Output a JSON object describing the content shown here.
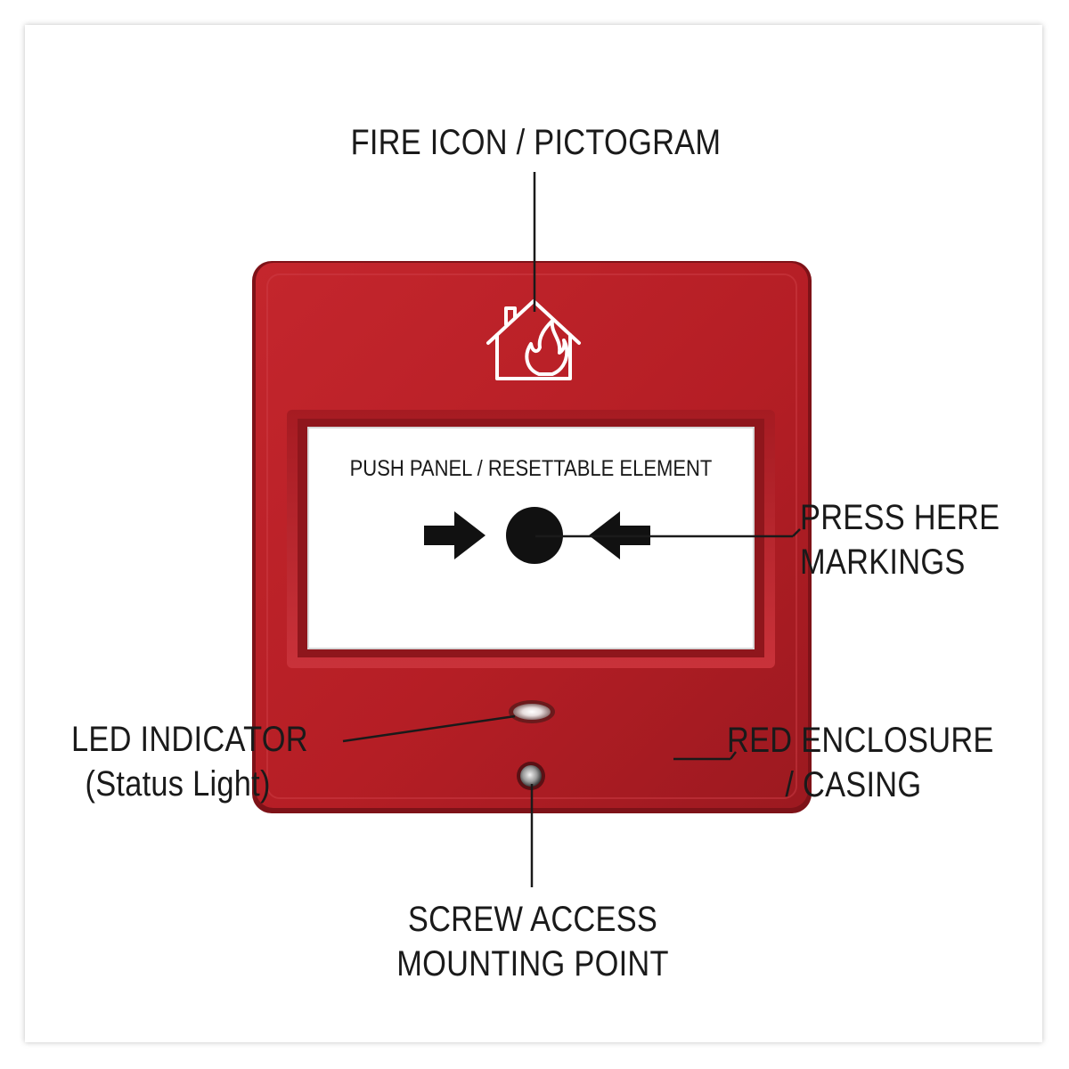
{
  "labels": {
    "fire_icon": "FIRE ICON / PICTOGRAM",
    "push_panel": "PUSH PANEL / RESETTABLE ELEMENT",
    "press_here_1": "PRESS HERE",
    "press_here_2": "MARKINGS",
    "led_1": "LED INDICATOR",
    "led_2": "(Status Light)",
    "enclosure_1": "RED ENCLOSURE",
    "enclosure_2": "/ CASING",
    "screw_1": "SCREW ACCESS",
    "screw_2": "MOUNTING POINT"
  },
  "colors": {
    "enclosure": "#b81f26",
    "enclosure_dark": "#8e141a",
    "panel": "#ffffff",
    "ink": "#111111"
  },
  "icons": {
    "pictogram": "house-fire-icon",
    "left_arrow": "arrow-right-icon",
    "right_arrow": "arrow-left-icon",
    "target": "press-dot-icon"
  }
}
